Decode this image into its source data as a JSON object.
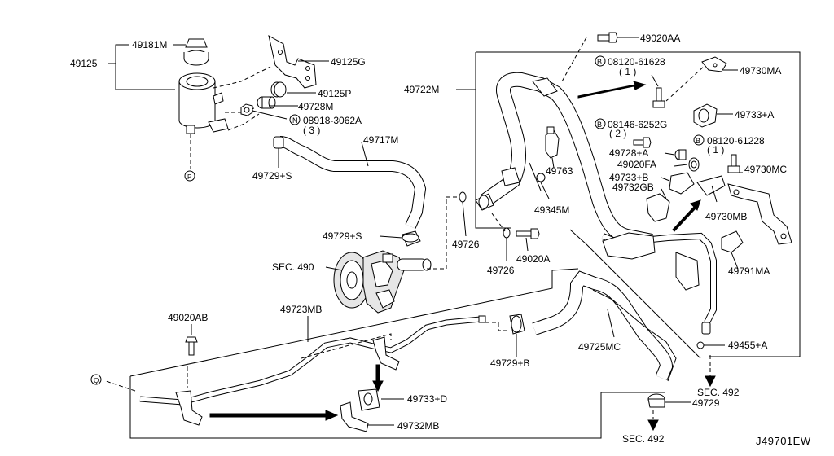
{
  "diagram_code": "J49701EW",
  "parts": {
    "p49125": "49125",
    "p49181M": "49181M",
    "p49125G": "49125G",
    "p49125P": "49125P",
    "p49728M": "49728M",
    "p08918": "08918-3062A",
    "p08918_qty": "( 3 )",
    "p08918_prefix": "N",
    "p49729S_a": "49729+S",
    "p49717M": "49717M",
    "p49729S_b": "49729+S",
    "sec490": "SEC. 490",
    "p49726_a": "49726",
    "p49726_b": "49726",
    "p49020A": "49020A",
    "p49722M": "49722M",
    "p49020AA": "49020AA",
    "p08120_61628": "08120-61628",
    "p08120_61628_qty": "( 1 )",
    "p49730MA": "49730MA",
    "p49733A": "49733+A",
    "p08146": "08146-6252G",
    "p08146_qty": "( 2 )",
    "p08120_61228": "08120-61228",
    "p08120_61228_qty": "( 1 )",
    "p49728A": "49728+A",
    "p49020FA": "49020FA",
    "p49763": "49763",
    "p49733B": "49733+B",
    "p49730MC": "49730MC",
    "p49732GB": "49732GB",
    "p49345M": "49345M",
    "p49730MB": "49730MB",
    "p49791MA": "49791MA",
    "p49020AB": "49020AB",
    "p49723MB": "49723MB",
    "p49729B": "49729+B",
    "p49725MC": "49725MC",
    "p49455A": "49455+A",
    "sec492_a": "SEC. 492",
    "p49733D": "49733+D",
    "p49729": "49729",
    "p49732MB": "49732MB",
    "sec492_b": "SEC. 492",
    "bolt_prefix": "B",
    "ref_p": "P",
    "ref_q": "Q"
  }
}
